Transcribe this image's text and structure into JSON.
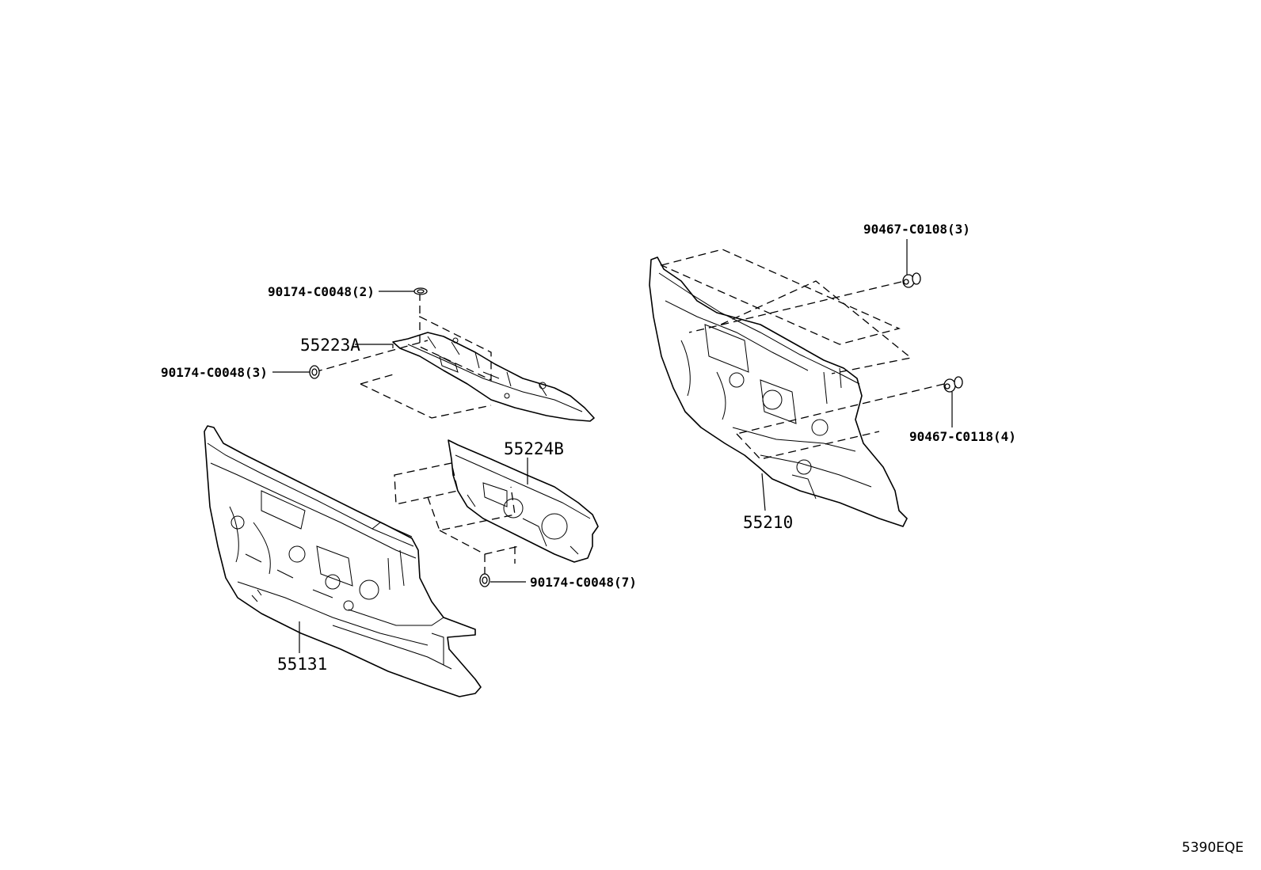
{
  "diagram": {
    "image_id_label": "5390EQE",
    "callouts": {
      "p55223A": "55223A",
      "p55224B": "55224B",
      "p55131": "55131",
      "p55210": "55210",
      "c_upper": "90174-C0048(2)",
      "c_mid": "90174-C0048(3)",
      "c_low": "90174-C0048(7)",
      "c_top_right": "90467-C0108(3)",
      "c_right": "90467-C0118(4)"
    }
  }
}
